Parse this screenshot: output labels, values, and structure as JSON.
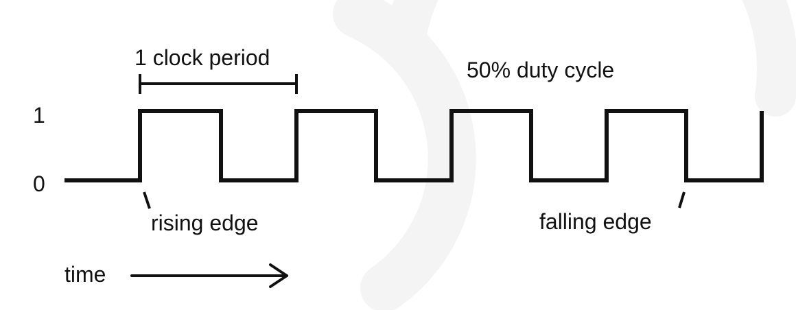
{
  "labels": {
    "level_high": "1",
    "level_low": "0",
    "clock_period": "1 clock period",
    "duty_cycle": "50% duty cycle",
    "rising_edge": "rising edge",
    "falling_edge": "falling edge",
    "time": "time"
  },
  "colors": {
    "ink": "#111111",
    "background": "#ffffff",
    "watermark": "#f3f3f3"
  }
}
